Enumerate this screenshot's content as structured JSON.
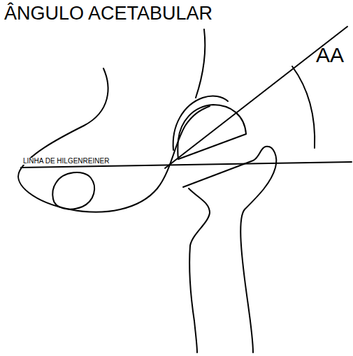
{
  "diagram": {
    "title": "ÂNGULO ACETABULAR",
    "labels": [
      "AA",
      "LINHA DE HILGENREINER"
    ]
  }
}
